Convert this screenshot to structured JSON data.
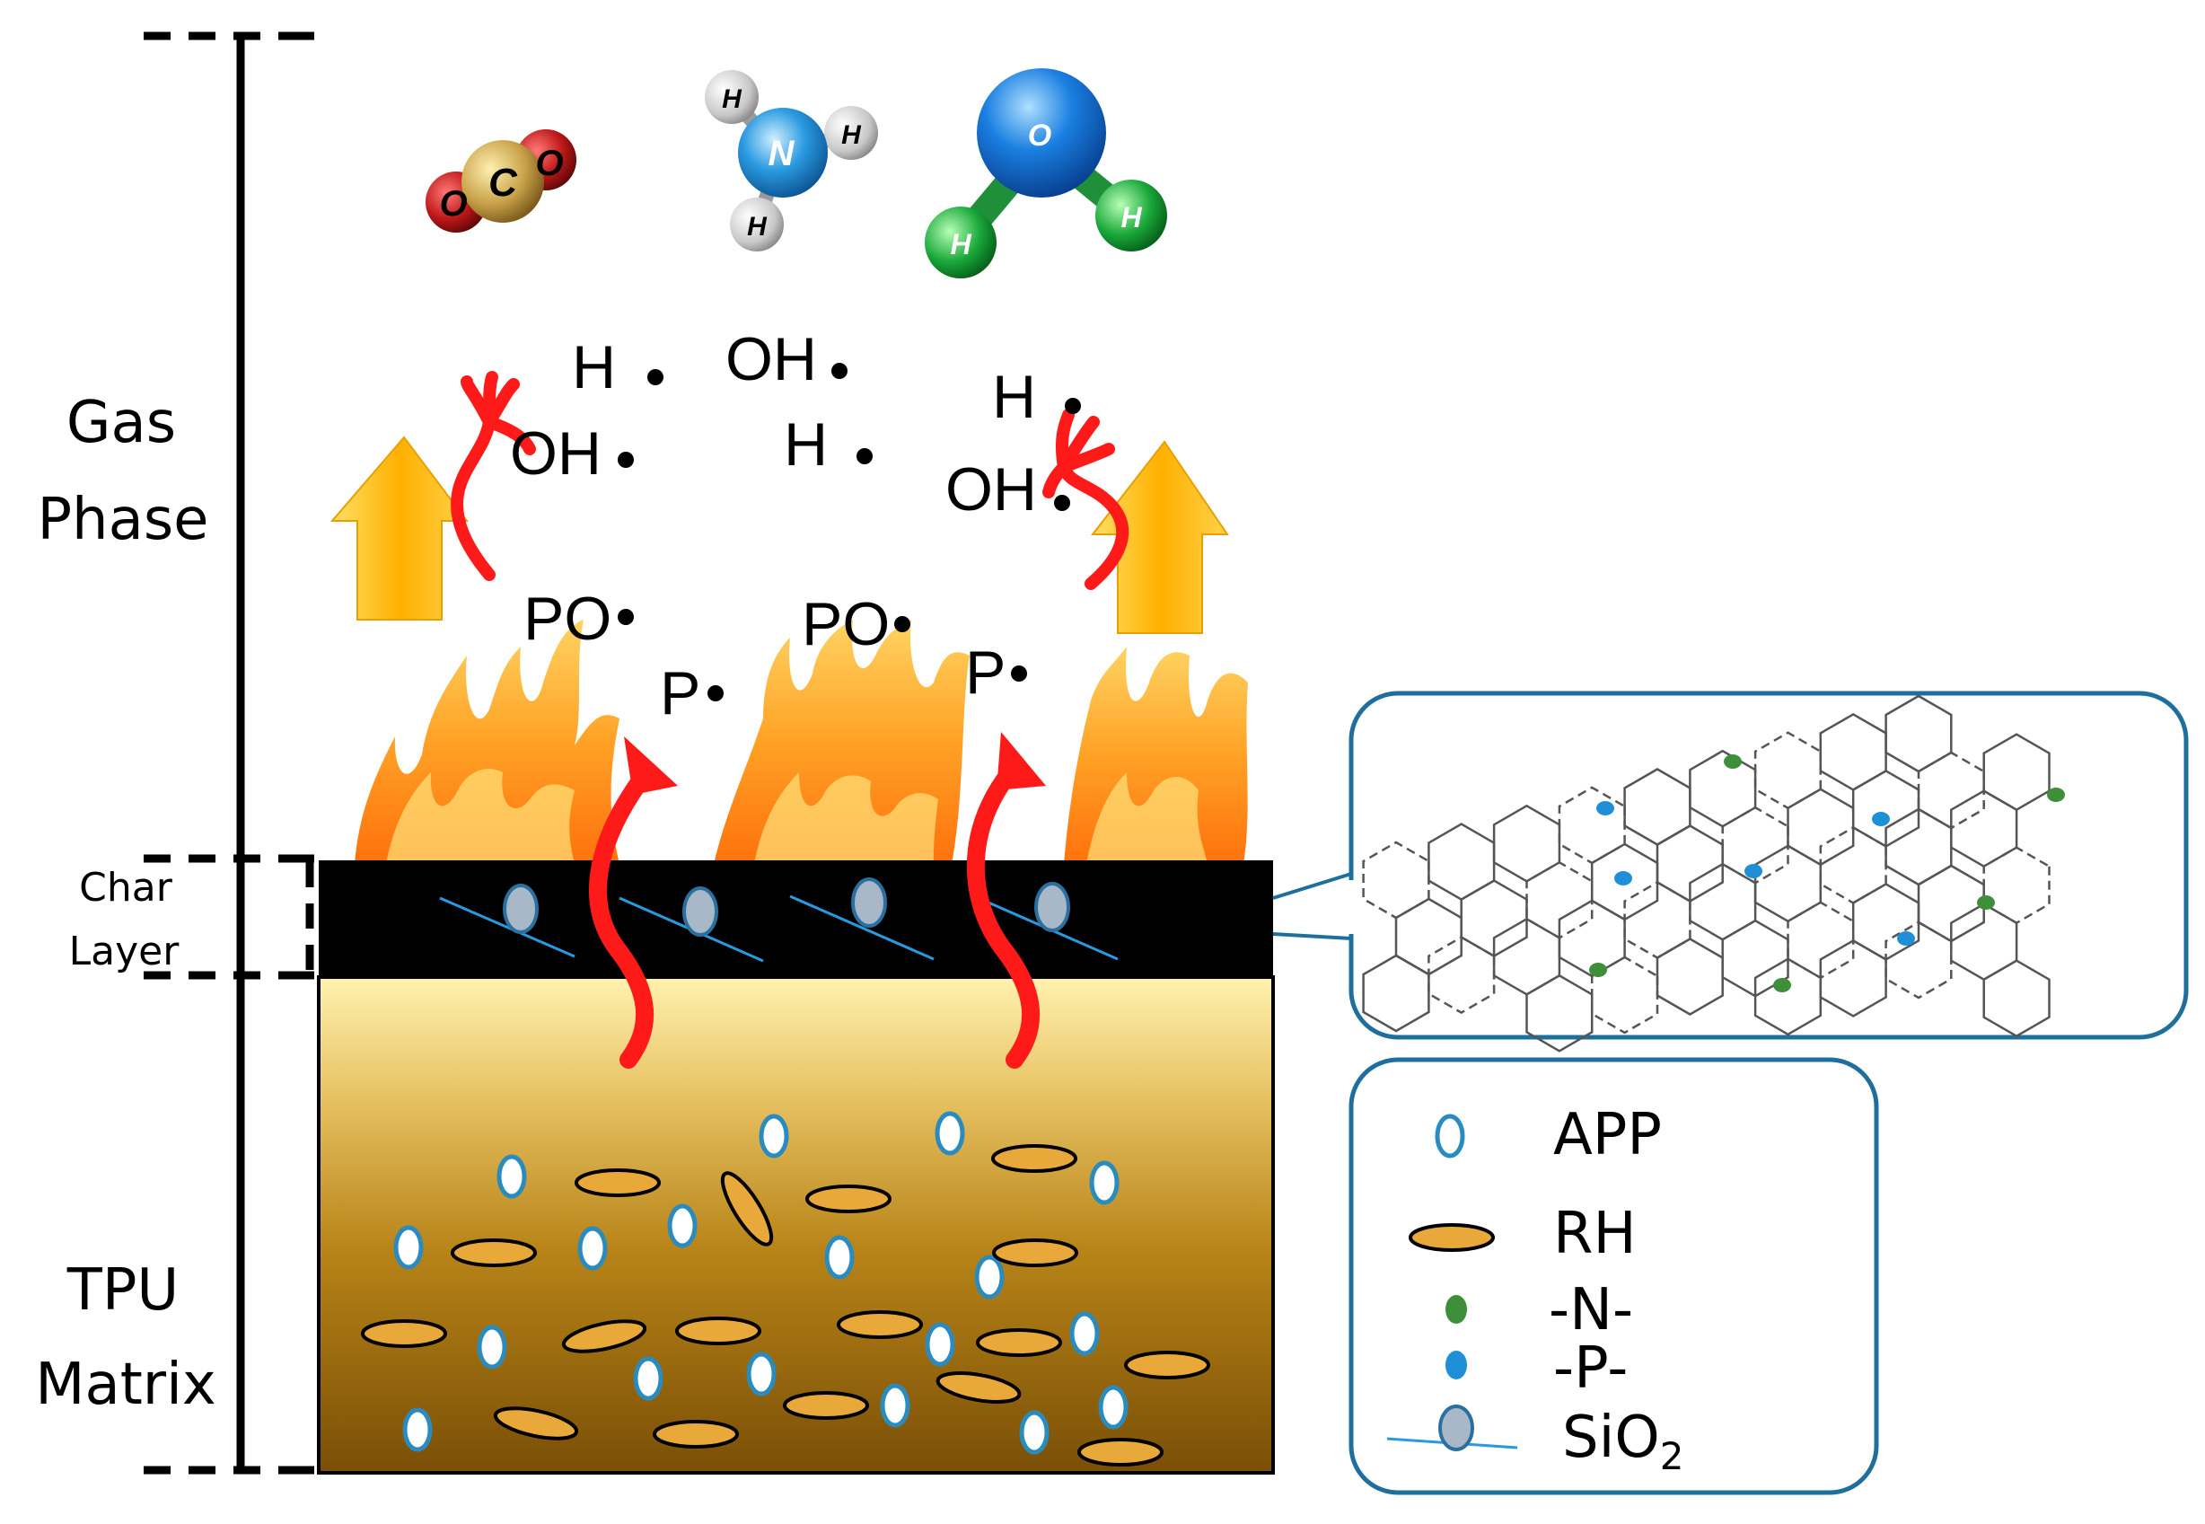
{
  "labels": {
    "gas_phase_line1": "Gas",
    "gas_phase_line2": "Phase",
    "char_layer_line1": "Char",
    "char_layer_line2": "Layer",
    "tpu_matrix_line1": "TPU",
    "tpu_matrix_line2": "Matrix"
  },
  "molecules": {
    "co2": {
      "a1": "O",
      "a2": "C",
      "a3": "O"
    },
    "nh3": {
      "center": "N",
      "h": "H"
    },
    "h2o": {
      "center": "O",
      "h": "H"
    }
  },
  "radicals": {
    "r1": "H",
    "r2": "OH",
    "r3": "OH",
    "r4": "H",
    "r5": "H",
    "r6": "OH",
    "r7": "PO",
    "r8": "PO",
    "r9": "P",
    "r10": "P"
  },
  "legend": {
    "app": "APP",
    "rh": "RH",
    "n": "-N-",
    "p": "-P-",
    "sio2_main": "SiO",
    "sio2_sub": "2"
  },
  "colors": {
    "flame_outer": "#ff9a1a",
    "flame_inner": "#ffe27a",
    "arrow_red": "#ff1a1a",
    "yellow_arrow": "#ffc21a",
    "char": "#000000",
    "matrix_top": "#fff0a8",
    "matrix_bottom": "#7a4f06",
    "app_stroke": "#2a8bbf",
    "rh_fill": "#e8a93a",
    "n_dot": "#3f8f3a",
    "p_dot": "#1f8fd8",
    "sio2_fill": "#a9b8c8",
    "callout_border": "#1f6f9e"
  }
}
